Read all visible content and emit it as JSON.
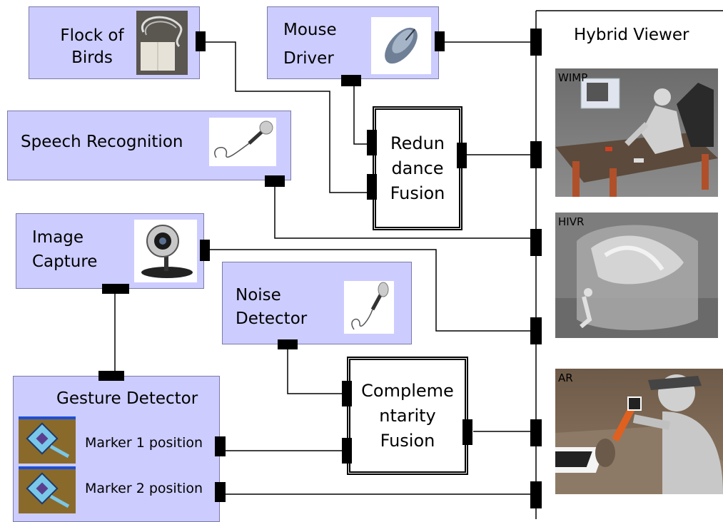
{
  "modules": {
    "flock": "Flock of\nBirds",
    "mouse": "Mouse\nDriver",
    "speech": "Speech Recognition",
    "image_capture": "Image\nCapture",
    "noise": "Noise\nDetector",
    "gesture": "Gesture Detector",
    "marker1": "Marker 1 position",
    "marker2": "Marker 2 position"
  },
  "fusions": {
    "redundance": "Redun\ndance\nFusion",
    "complementarity": "Compleme\nntarity\nFusion"
  },
  "viewer": {
    "title": "Hybrid Viewer",
    "modes": [
      "WIMP",
      "HIVR",
      "AR"
    ]
  }
}
